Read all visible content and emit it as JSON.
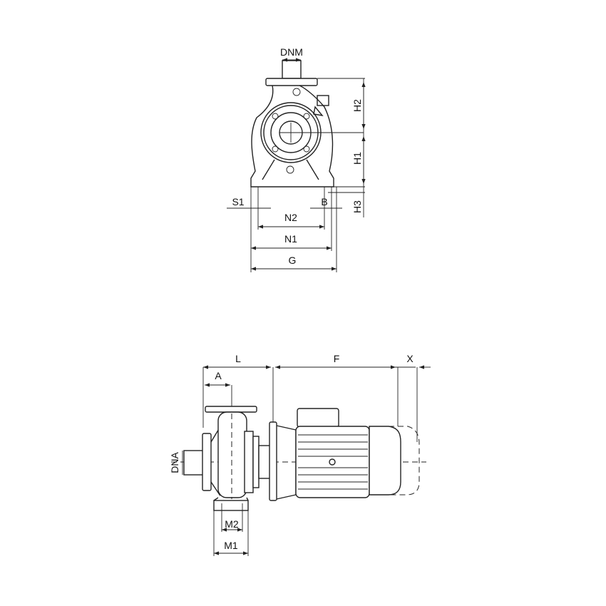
{
  "front_view": {
    "labels": {
      "dnm": "DNM",
      "h2": "H2",
      "h1": "H1",
      "h3": "H3",
      "s1": "S1",
      "b": "B",
      "n2": "N2",
      "n1": "N1",
      "g": "G"
    }
  },
  "side_view": {
    "labels": {
      "l": "L",
      "a": "A",
      "f": "F",
      "x": "X",
      "dna": "DNA",
      "m2": "M2",
      "m1": "M1"
    }
  },
  "colors": {
    "line": "#222222",
    "background": "#ffffff"
  }
}
